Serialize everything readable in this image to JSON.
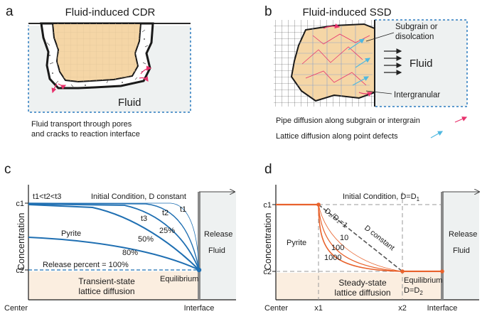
{
  "panel_a": {
    "letter": "a",
    "title": "Fluid-induced CDR",
    "fluid_label": "Fluid",
    "caption_line1": "Fluid transport through pores",
    "caption_line2": "and cracks to reaction interface"
  },
  "panel_b": {
    "letter": "b",
    "title": "Fluid-induced SSD",
    "subgrain_line1": "Subgrain or",
    "subgrain_line2": "disolcation",
    "fluid_label": "Fluid",
    "intergranular_label": "Intergranular",
    "legend_pipe": "Pipe diffusion along subgrain or intergrain",
    "legend_lattice": "Lattice diffusion along point defects",
    "colors": {
      "pipe": "#e8336d",
      "lattice": "#4fb8e0"
    }
  },
  "panel_c": {
    "letter": "c",
    "time_order": "t1<t2<t3",
    "initial_condition": "Initial Condition, D constant",
    "t1": "t1",
    "t2": "t2",
    "t3": "t3",
    "p25": "25%",
    "p50": "50%",
    "p80": "80%",
    "mineral": "Pyrite",
    "release_percent": "Release percent = 100%",
    "transient_line1": "Transient-state",
    "transient_line2": "lattice diffusion",
    "equilibrium": "Equilibrium",
    "release": "Release",
    "fluid": "Fluid",
    "ylabel": "Concentration",
    "c1": "c1",
    "c2": "c2",
    "x_center": "Center",
    "x_interface": "Interface",
    "color": "#1f6fb2"
  },
  "panel_d": {
    "letter": "d",
    "initial_condition_main": "Initial Condition, D=D",
    "initial_condition_sub": "1",
    "ratio_label": "D₂/D₁=1",
    "d_constant": "D constant",
    "r10": "10",
    "r100": "100",
    "r1000": "1000",
    "mineral": "Pyrite",
    "steady_line1": "Steady-state",
    "steady_line2": "lattice diffusion",
    "equilibrium": "Equilibrium",
    "equilibrium_d_main": "D=D",
    "equilibrium_d_sub": "2",
    "release": "Release",
    "fluid": "Fluid",
    "ylabel": "Concentration",
    "c1": "c1",
    "c2": "c2",
    "x_center": "Center",
    "x1": "x1",
    "x2": "x2",
    "x_interface": "Interface",
    "color": "#e8622c"
  }
}
